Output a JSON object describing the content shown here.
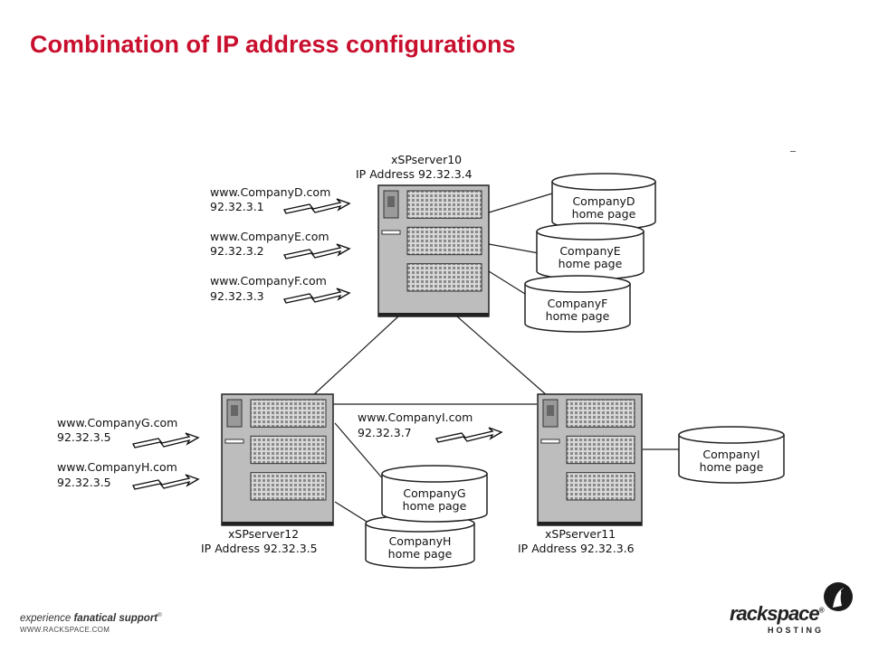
{
  "title": "Combination of IP address configurations",
  "servers": {
    "s10": {
      "name": "xSPserver10",
      "ip": "IP Address 92.32.3.4"
    },
    "s12": {
      "name": "xSPserver12",
      "ip": "IP Address 92.32.3.5"
    },
    "s11": {
      "name": "xSPserver11",
      "ip": "IP Address 92.32.3.6"
    }
  },
  "domains": [
    {
      "domain": "www.CompanyD.com",
      "ip": "92.32.3.1"
    },
    {
      "domain": "www.CompanyE.com",
      "ip": "92.32.3.2"
    },
    {
      "domain": "www.CompanyF.com",
      "ip": "92.32.3.3"
    },
    {
      "domain": "www.CompanyG.com",
      "ip": "92.32.3.5"
    },
    {
      "domain": "www.CompanyH.com",
      "ip": "92.32.3.5"
    },
    {
      "domain": "www.CompanyI.com",
      "ip": "92.32.3.7"
    }
  ],
  "databases": [
    {
      "name": "CompanyD",
      "sub": "home page"
    },
    {
      "name": "CompanyE",
      "sub": "home page"
    },
    {
      "name": "CompanyF",
      "sub": "home page"
    },
    {
      "name": "CompanyG",
      "sub": "home page"
    },
    {
      "name": "CompanyH",
      "sub": "home page"
    },
    {
      "name": "CompanyI",
      "sub": "home page"
    }
  ],
  "footer": {
    "tagline_pre": "experience ",
    "tagline_bold": "fanatical support",
    "tagline_mark": "®",
    "site": "WWW.RACKSPACE.COM",
    "logo_word": "rackspace",
    "logo_reg": "®",
    "logo_sub": "HOSTING"
  }
}
